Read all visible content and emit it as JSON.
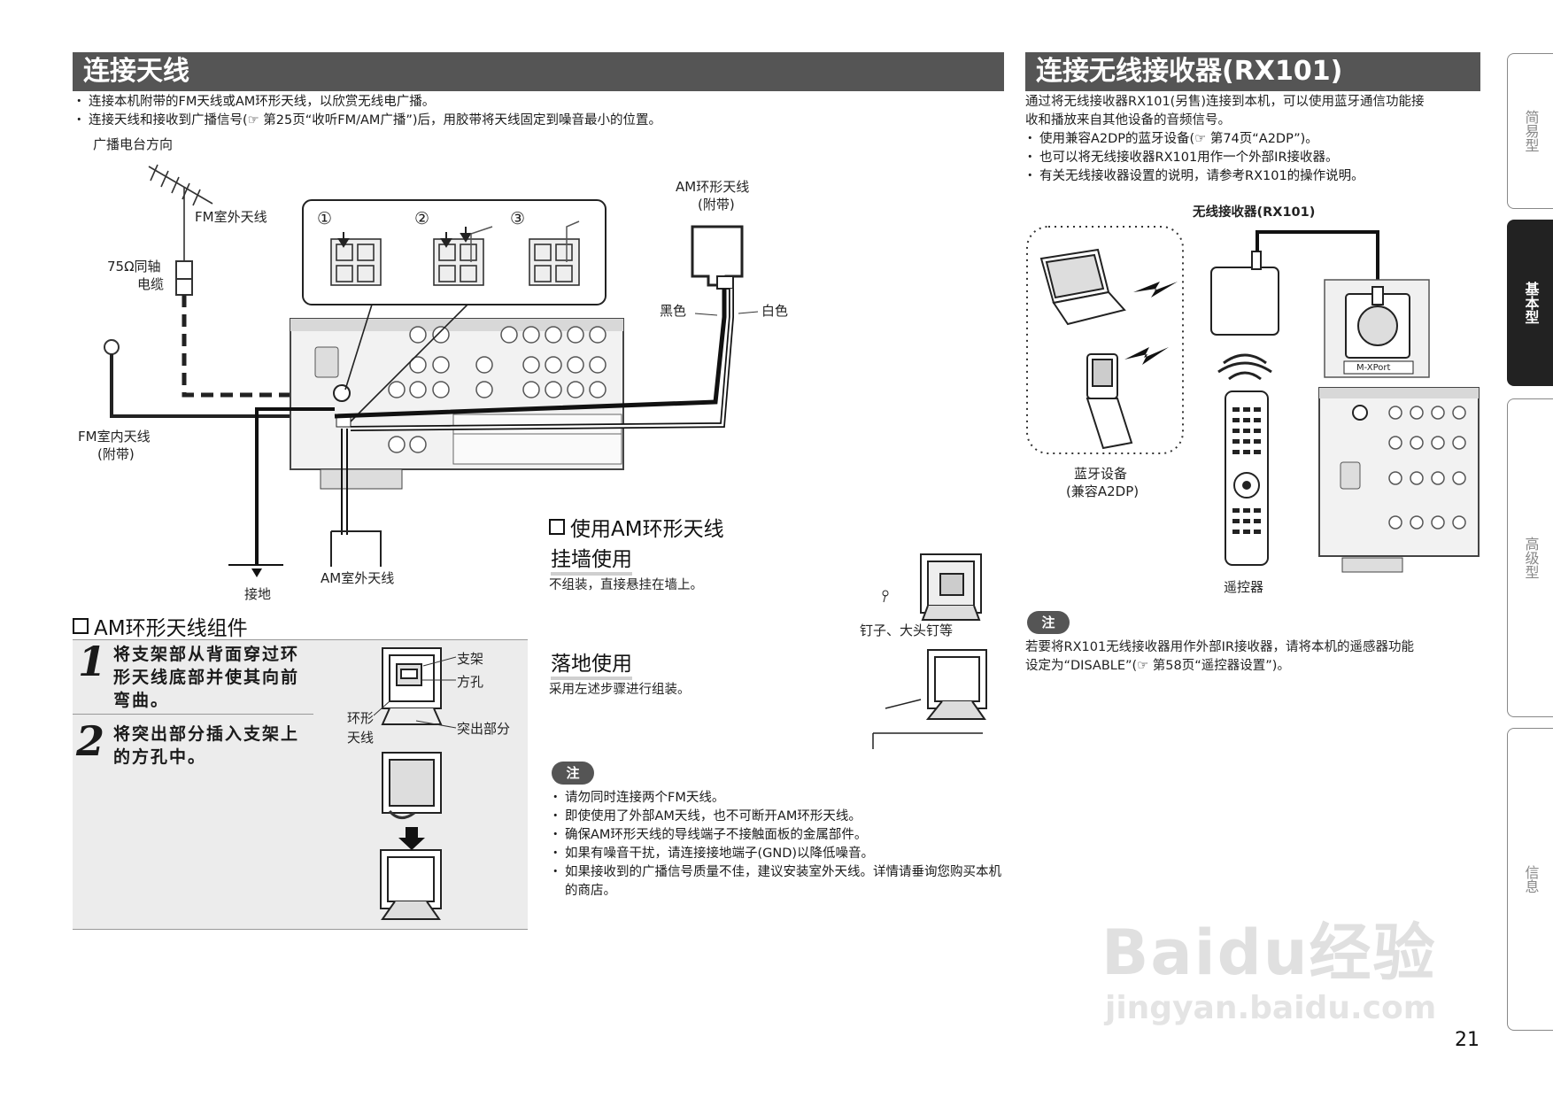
{
  "left_section": {
    "title": "连接天线",
    "bullets": [
      "连接本机附带的FM天线或AM环形天线，以欣赏无线电广播。",
      "连接天线和接收到广播信号(☞ 第25页“收听FM/AM广播”)后，用胶带将天线固定到噪音最小的位置。"
    ],
    "diagram_labels": {
      "broadcast_direction": "广播电台方向",
      "fm_outdoor": "FM室外天线",
      "coax_line1": "75Ω同轴",
      "coax_line2": "电缆",
      "fm_indoor_line1": "FM室内天线",
      "fm_indoor_line2": "(附带)",
      "am_loop_line1": "AM环形天线",
      "am_loop_line2": "(附带)",
      "black": "黑色",
      "white": "白色",
      "ground": "接地",
      "am_outdoor": "AM室外天线",
      "step1": "①",
      "step2": "②",
      "step3": "③"
    },
    "assembly": {
      "heading": "AM环形天线组件",
      "steps": [
        {
          "num": "1",
          "text_line1": "将支架部从背面穿过环",
          "text_line2": "形天线底部并使其向前",
          "text_line3": "弯曲。"
        },
        {
          "num": "2",
          "text_line1": "将突出部分插入支架上",
          "text_line2": "的方孔中。",
          "text_line3": ""
        }
      ],
      "labels": {
        "bracket": "支架",
        "square_hole": "方孔",
        "loop_line1": "环形",
        "loop_line2": "天线",
        "tab": "突出部分"
      }
    }
  },
  "middle_section": {
    "heading": "使用AM环形天线",
    "wall_title": "挂墙使用",
    "wall_text": "不组装，直接悬挂在墙上。",
    "nails_label": "钉子、大头钉等",
    "floor_title": "落地使用",
    "floor_text": "采用左述步骤进行组装。",
    "note_badge": "注",
    "notes": [
      "请勿同时连接两个FM天线。",
      "即使使用了外部AM天线，也不可断开AM环形天线。",
      "确保AM环形天线的导线端子不接触面板的金属部件。",
      "如果有噪音干扰，请连接接地端子(GND)以降低噪音。",
      "如果接收到的广播信号质量不佳，建议安装室外天线。详情请垂询您购买本机的商店。"
    ]
  },
  "right_section": {
    "title": "连接无线接收器(RX101)",
    "intro_line1": "通过将无线接收器RX101(另售)连接到本机，可以使用蓝牙通信功能接",
    "intro_line2": "收和播放来自其他设备的音频信号。",
    "bullets": [
      "使用兼容A2DP的蓝牙设备(☞ 第74页“A2DP”)。",
      "也可以将无线接收器RX101用作一个外部IR接收器。",
      "有关无线接收器设置的说明，请参考RX101的操作说明。"
    ],
    "diagram_labels": {
      "receiver": "无线接收器(RX101)",
      "bt_line1": "蓝牙设备",
      "bt_line2": "(兼容A2DP)",
      "remote": "遥控器",
      "mxport": "M-XPort"
    },
    "note_badge": "注",
    "note_line1": "若要将RX101无线接收器用作外部IR接收器，请将本机的遥感器功能",
    "note_line2": "设定为“DISABLE”(☞ 第58页“遥控器设置”)。"
  },
  "side_tabs": [
    "简易型",
    "基本型",
    "高级型",
    "信息"
  ],
  "active_tab": "基本型",
  "page_number": "21",
  "watermark": {
    "line1": "Baidu经验",
    "line2": "jingyan.baidu.com"
  }
}
